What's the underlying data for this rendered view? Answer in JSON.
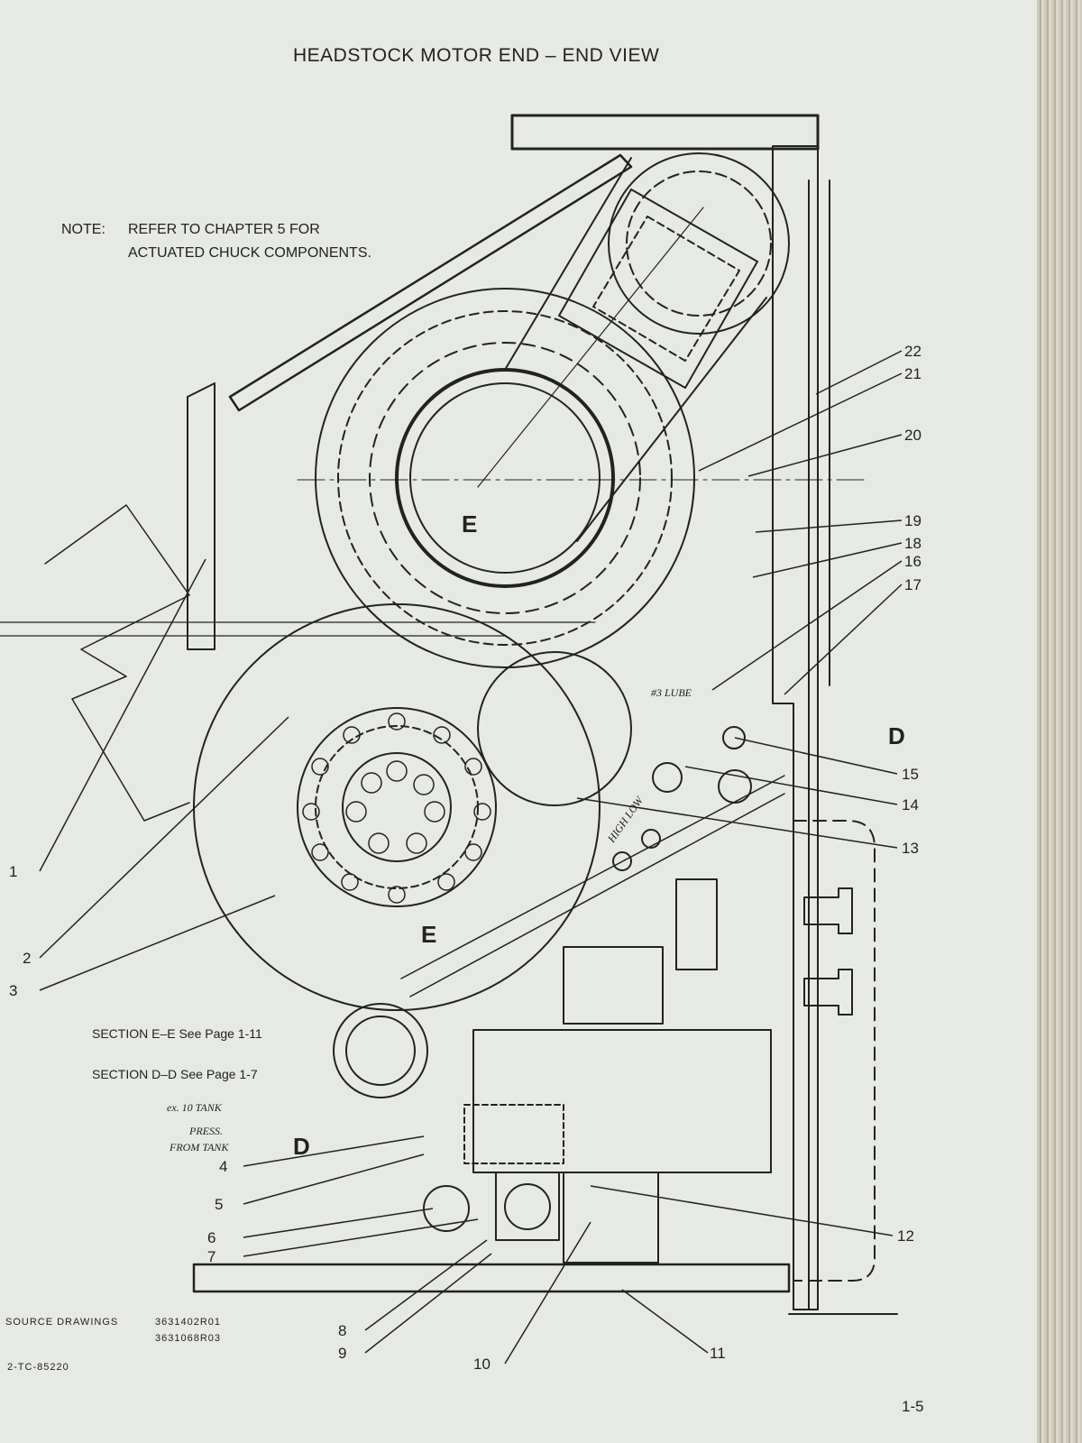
{
  "title": "HEADSTOCK MOTOR END – END VIEW",
  "note": {
    "label": "NOTE:",
    "line1": "REFER TO CHAPTER 5 FOR",
    "line2": "ACTUATED CHUCK COMPONENTS."
  },
  "section_labels": {
    "ee": "SECTION E–E See Page 1-11",
    "dd": "SECTION D–D See Page 1-7"
  },
  "source": {
    "label": "SOURCE DRAWINGS",
    "drawing1": "3631402R01",
    "drawing2": "3631068R03"
  },
  "doc_id": "2-TC-85220",
  "page_number": "1-5",
  "section_marks": {
    "e": "E",
    "d": "D"
  },
  "handwritten": {
    "ex_tank": "ex. 10 TANK",
    "press": "PRESS.",
    "from_tank": "FROM TANK",
    "lube": "#3 LUBE",
    "high_low": "HIGH LOW"
  },
  "callouts": {
    "c1": "1",
    "c2": "2",
    "c3": "3",
    "c4": "4",
    "c5": "5",
    "c6": "6",
    "c7": "7",
    "c8": "8",
    "c9": "9",
    "c10": "10",
    "c11": "11",
    "c12": "12",
    "c13": "13",
    "c14": "14",
    "c15": "15",
    "c16": "16",
    "c17": "17",
    "c18": "18",
    "c19": "19",
    "c20": "20",
    "c21": "21",
    "c22": "22"
  },
  "colors": {
    "paper": "#e7e9e4",
    "ink": "#222222",
    "background": "#9a8d7e"
  }
}
